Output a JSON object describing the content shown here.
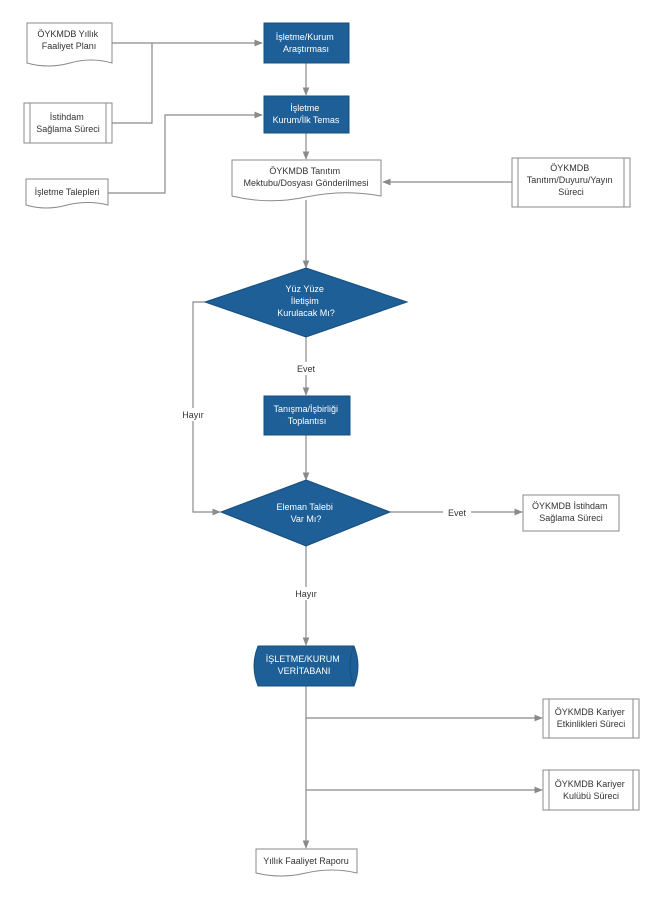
{
  "nodes": {
    "plan_doc": [
      "ÖYKMDB Yıllık",
      "Faaliyet Planı"
    ],
    "research": [
      "İşletme/Kurum",
      "Araştırması"
    ],
    "employment_process": [
      "İstihdam",
      "Sağlama Süreci"
    ],
    "first_contact": [
      "İşletme",
      "Kurum/İlk Temas"
    ],
    "requests_doc": [
      "İşletme Talepleri"
    ],
    "intro_letter": [
      "ÖYKMDB Tanıtım",
      "Mektubu/Dosyası Gönderilmesi"
    ],
    "promo_process": [
      "ÖYKMDB",
      "Tanıtım/Duyuru/Yayın",
      "Süreci"
    ],
    "face_decision": [
      "Yüz Yüze",
      "İletişim",
      "Kurulacak Mı?"
    ],
    "meeting": [
      "Tanışma/İşbirliği",
      "Toplantısı"
    ],
    "staff_decision": [
      "Eleman Talebi",
      "Var Mı?"
    ],
    "employment_out": [
      "ÖYKMDB İstihdam",
      "Sağlama Süreci"
    ],
    "database": [
      "İŞLETME/KURUM",
      "VERİTABANI"
    ],
    "career_events": [
      "ÖYKMDB Kariyer",
      "Etkinlikleri Süreci"
    ],
    "career_club": [
      "ÖYKMDB Kariyer",
      "Kulübü Süreci"
    ],
    "annual_report": [
      "Yıllık Faaliyet Raporu"
    ]
  },
  "edge_labels": {
    "evet_down": "Evet",
    "hayir_left": "Hayır",
    "evet_right": "Evet",
    "hayir_down": "Hayır"
  },
  "colors": {
    "process_fill": "#1d5f96",
    "connector": "#8a8a8a",
    "outline": "#8a8a8a"
  }
}
